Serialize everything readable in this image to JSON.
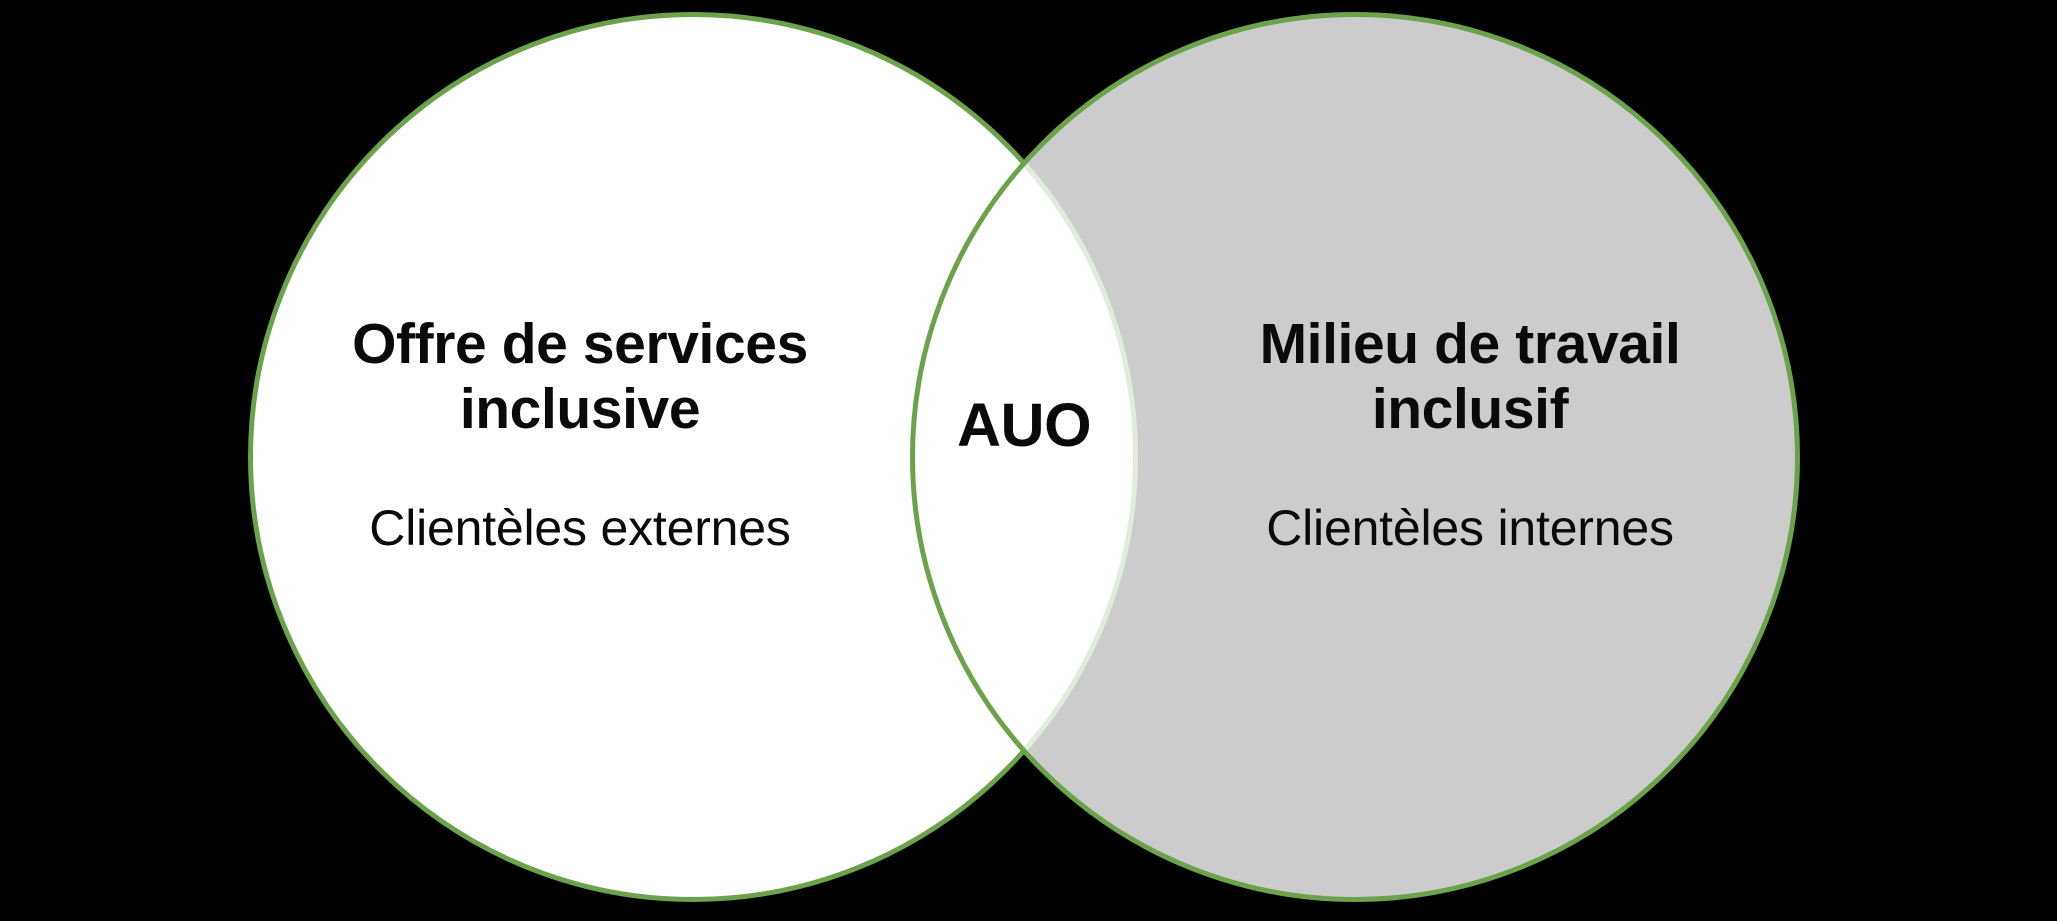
{
  "diagram": {
    "type": "venn",
    "background_color": "#000000",
    "circle_fill_color": "#ffffff",
    "circle_stroke_color": "#6aa34a",
    "overlap_stroke_color": "#b9d6a5",
    "text_color": "#0a0a0a",
    "left_set": {
      "heading": "Offre de services inclusive",
      "subtext": "Clientèles externes"
    },
    "right_set": {
      "heading": "Milieu de travail inclusif",
      "subtext": "Clientèles internes"
    },
    "intersection": {
      "label": "AUO"
    }
  }
}
